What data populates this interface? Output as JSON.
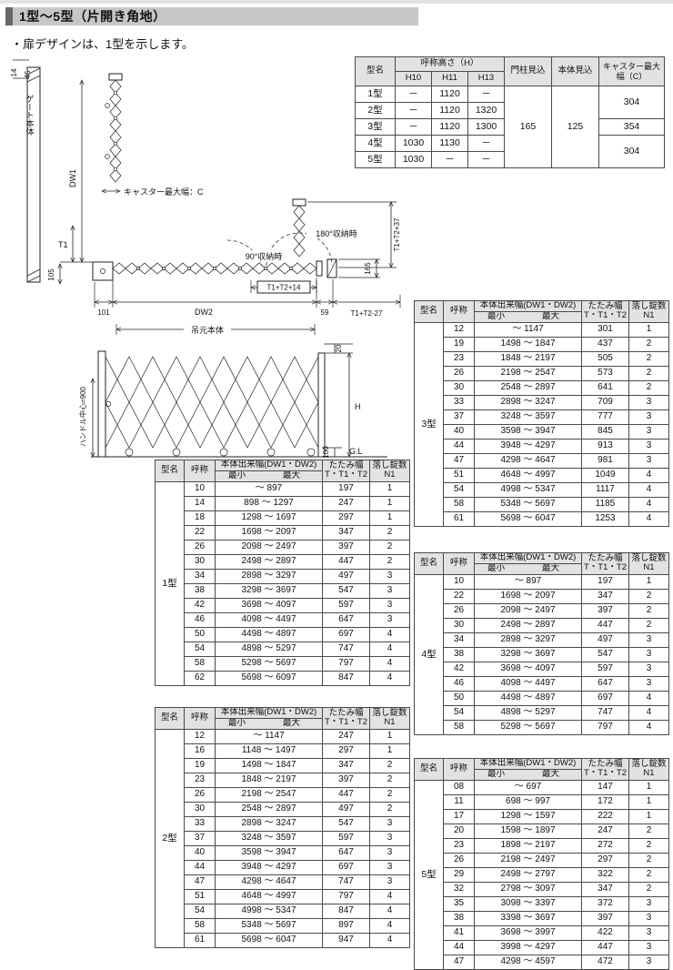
{
  "page": {
    "title": "1型～5型（片開き角地）",
    "note": "・扉デザインは、1型を示します。"
  },
  "spec_table": {
    "h_model": "型名",
    "h_height": "呼称高さ（H）",
    "h_h10": "H10",
    "h_h11": "H11",
    "h_h13": "H13",
    "h_post": "門柱見込",
    "h_body": "本体見込",
    "h_caster": "キャスター最大幅（C）",
    "rows": [
      {
        "model": "1型",
        "h10": "－",
        "h11": "1120",
        "h13": "－"
      },
      {
        "model": "2型",
        "h10": "－",
        "h11": "1120",
        "h13": "1320"
      },
      {
        "model": "3型",
        "h10": "－",
        "h11": "1120",
        "h13": "1300"
      },
      {
        "model": "4型",
        "h10": "1030",
        "h11": "1130",
        "h13": "－"
      },
      {
        "model": "5型",
        "h10": "1030",
        "h11": "－",
        "h13": "－"
      }
    ],
    "post": "165",
    "body": "125",
    "caster12": "304",
    "caster3": "354",
    "caster45": "304"
  },
  "size_headers": {
    "model": "型名",
    "name": "呼称",
    "width": "本体出来幅(DW1・DW2)",
    "min": "最小",
    "max": "最大",
    "fold1": "たたみ幅",
    "fold2": "T・T1・T2",
    "locks1": "落し錠数",
    "locks2": "N1"
  },
  "tables": {
    "t1": {
      "model": "1型",
      "rows": [
        {
          "no": "10",
          "range": "～ 897",
          "fold": "197",
          "locks": "1"
        },
        {
          "no": "14",
          "range": "898 ～ 1297",
          "fold": "247",
          "locks": "1"
        },
        {
          "no": "18",
          "range": "1298 ～ 1697",
          "fold": "297",
          "locks": "1"
        },
        {
          "no": "22",
          "range": "1698 ～ 2097",
          "fold": "347",
          "locks": "2"
        },
        {
          "no": "26",
          "range": "2098 ～ 2497",
          "fold": "397",
          "locks": "2"
        },
        {
          "no": "30",
          "range": "2498 ～ 2897",
          "fold": "447",
          "locks": "2"
        },
        {
          "no": "34",
          "range": "2898 ～ 3297",
          "fold": "497",
          "locks": "3"
        },
        {
          "no": "38",
          "range": "3298 ～ 3697",
          "fold": "547",
          "locks": "3"
        },
        {
          "no": "42",
          "range": "3698 ～ 4097",
          "fold": "597",
          "locks": "3"
        },
        {
          "no": "46",
          "range": "4098 ～ 4497",
          "fold": "647",
          "locks": "3"
        },
        {
          "no": "50",
          "range": "4498 ～ 4897",
          "fold": "697",
          "locks": "4"
        },
        {
          "no": "54",
          "range": "4898 ～ 5297",
          "fold": "747",
          "locks": "4"
        },
        {
          "no": "58",
          "range": "5298 ～ 5697",
          "fold": "797",
          "locks": "4"
        },
        {
          "no": "62",
          "range": "5698 ～ 6097",
          "fold": "847",
          "locks": "4"
        }
      ]
    },
    "t2": {
      "model": "2型",
      "rows": [
        {
          "no": "12",
          "range": "～ 1147",
          "fold": "247",
          "locks": "1"
        },
        {
          "no": "16",
          "range": "1148 ～ 1497",
          "fold": "297",
          "locks": "1"
        },
        {
          "no": "19",
          "range": "1498 ～ 1847",
          "fold": "347",
          "locks": "2"
        },
        {
          "no": "23",
          "range": "1848 ～ 2197",
          "fold": "397",
          "locks": "2"
        },
        {
          "no": "26",
          "range": "2198 ～ 2547",
          "fold": "447",
          "locks": "2"
        },
        {
          "no": "30",
          "range": "2548 ～ 2897",
          "fold": "497",
          "locks": "2"
        },
        {
          "no": "33",
          "range": "2898 ～ 3247",
          "fold": "547",
          "locks": "3"
        },
        {
          "no": "37",
          "range": "3248 ～ 3597",
          "fold": "597",
          "locks": "3"
        },
        {
          "no": "40",
          "range": "3598 ～ 3947",
          "fold": "647",
          "locks": "3"
        },
        {
          "no": "44",
          "range": "3948 ～ 4297",
          "fold": "697",
          "locks": "3"
        },
        {
          "no": "47",
          "range": "4298 ～ 4647",
          "fold": "747",
          "locks": "3"
        },
        {
          "no": "51",
          "range": "4648 ～ 4997",
          "fold": "797",
          "locks": "4"
        },
        {
          "no": "54",
          "range": "4998 ～ 5347",
          "fold": "847",
          "locks": "4"
        },
        {
          "no": "58",
          "range": "5348 ～ 5697",
          "fold": "897",
          "locks": "4"
        },
        {
          "no": "61",
          "range": "5698 ～ 6047",
          "fold": "947",
          "locks": "4"
        }
      ]
    },
    "t3": {
      "model": "3型",
      "rows": [
        {
          "no": "12",
          "range": "～ 1147",
          "fold": "301",
          "locks": "1"
        },
        {
          "no": "19",
          "range": "1498 ～ 1847",
          "fold": "437",
          "locks": "2"
        },
        {
          "no": "23",
          "range": "1848 ～ 2197",
          "fold": "505",
          "locks": "2"
        },
        {
          "no": "26",
          "range": "2198 ～ 2547",
          "fold": "573",
          "locks": "2"
        },
        {
          "no": "30",
          "range": "2548 ～ 2897",
          "fold": "641",
          "locks": "2"
        },
        {
          "no": "33",
          "range": "2898 ～ 3247",
          "fold": "709",
          "locks": "3"
        },
        {
          "no": "37",
          "range": "3248 ～ 3597",
          "fold": "777",
          "locks": "3"
        },
        {
          "no": "40",
          "range": "3598 ～ 3947",
          "fold": "845",
          "locks": "3"
        },
        {
          "no": "44",
          "range": "3948 ～ 4297",
          "fold": "913",
          "locks": "3"
        },
        {
          "no": "47",
          "range": "4298 ～ 4647",
          "fold": "981",
          "locks": "3"
        },
        {
          "no": "51",
          "range": "4648 ～ 4997",
          "fold": "1049",
          "locks": "4"
        },
        {
          "no": "54",
          "range": "4998 ～ 5347",
          "fold": "1117",
          "locks": "4"
        },
        {
          "no": "58",
          "range": "5348 ～ 5697",
          "fold": "1185",
          "locks": "4"
        },
        {
          "no": "61",
          "range": "5698 ～ 6047",
          "fold": "1253",
          "locks": "4"
        }
      ]
    },
    "t4": {
      "model": "4型",
      "rows": [
        {
          "no": "10",
          "range": "～ 897",
          "fold": "197",
          "locks": "1"
        },
        {
          "no": "22",
          "range": "1698 ～ 2097",
          "fold": "347",
          "locks": "2"
        },
        {
          "no": "26",
          "range": "2098 ～ 2497",
          "fold": "397",
          "locks": "2"
        },
        {
          "no": "30",
          "range": "2498 ～ 2897",
          "fold": "447",
          "locks": "2"
        },
        {
          "no": "34",
          "range": "2898 ～ 3297",
          "fold": "497",
          "locks": "3"
        },
        {
          "no": "38",
          "range": "3298 ～ 3697",
          "fold": "547",
          "locks": "3"
        },
        {
          "no": "42",
          "range": "3698 ～ 4097",
          "fold": "597",
          "locks": "3"
        },
        {
          "no": "46",
          "range": "4098 ～ 4497",
          "fold": "647",
          "locks": "3"
        },
        {
          "no": "50",
          "range": "4498 ～ 4897",
          "fold": "697",
          "locks": "4"
        },
        {
          "no": "54",
          "range": "4898 ～ 5297",
          "fold": "747",
          "locks": "4"
        },
        {
          "no": "58",
          "range": "5298 ～ 5697",
          "fold": "797",
          "locks": "4"
        }
      ]
    },
    "t5": {
      "model": "5型",
      "rows": [
        {
          "no": "08",
          "range": "～ 697",
          "fold": "147",
          "locks": "1"
        },
        {
          "no": "11",
          "range": "698 ～ 997",
          "fold": "172",
          "locks": "1"
        },
        {
          "no": "17",
          "range": "1298 ～ 1597",
          "fold": "222",
          "locks": "1"
        },
        {
          "no": "20",
          "range": "1598 ～ 1897",
          "fold": "247",
          "locks": "2"
        },
        {
          "no": "23",
          "range": "1898 ～ 2197",
          "fold": "272",
          "locks": "2"
        },
        {
          "no": "26",
          "range": "2198 ～ 2497",
          "fold": "297",
          "locks": "2"
        },
        {
          "no": "29",
          "range": "2498 ～ 2797",
          "fold": "322",
          "locks": "2"
        },
        {
          "no": "32",
          "range": "2798 ～ 3097",
          "fold": "347",
          "locks": "2"
        },
        {
          "no": "35",
          "range": "3098 ～ 3397",
          "fold": "372",
          "locks": "3"
        },
        {
          "no": "38",
          "range": "3398 ～ 3697",
          "fold": "397",
          "locks": "3"
        },
        {
          "no": "41",
          "range": "3698 ～ 3997",
          "fold": "422",
          "locks": "3"
        },
        {
          "no": "44",
          "range": "3998 ～ 4297",
          "fold": "447",
          "locks": "3"
        },
        {
          "no": "47",
          "range": "4298 ～ 4597",
          "fold": "472",
          "locks": "3"
        }
      ]
    }
  },
  "diagram": {
    "gate_body": "ゲート本体",
    "d14": "14",
    "d45": "45",
    "dw1": "DW1",
    "caster_c": "キャスター最大幅：C",
    "t1": "T1",
    "store90": "90°収納時",
    "store180": "180°収納時",
    "t1t2p14": "T1+T2+14",
    "d105": "105",
    "d101": "101",
    "dw2": "DW2",
    "d59": "59",
    "t1t2m27": "T1+T2-27",
    "t1t2p37": "T1+T2+37",
    "d165": "165",
    "hang_body": "吊元本体",
    "handle": "ハンドル中心=900",
    "d20": "20",
    "h": "H",
    "d100": "100",
    "gl": "G.L"
  }
}
